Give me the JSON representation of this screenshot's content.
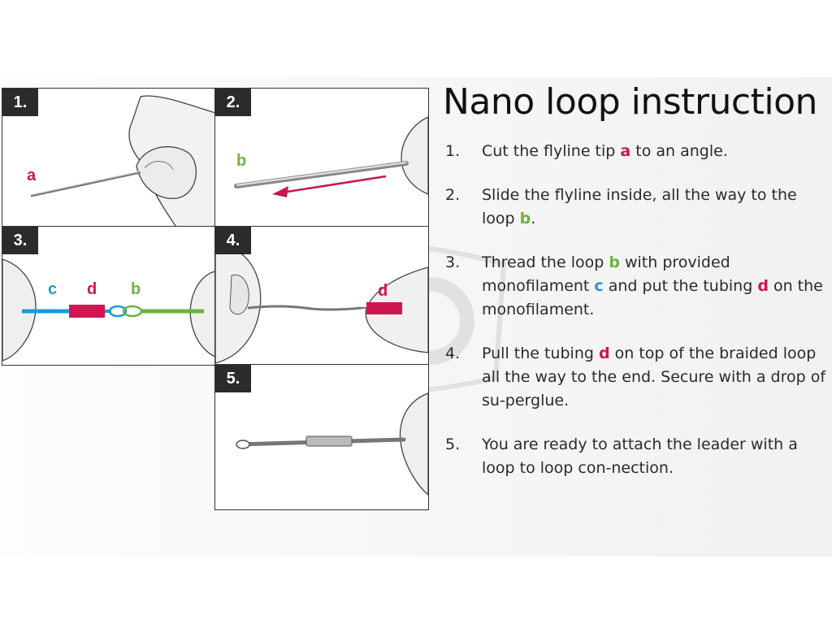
{
  "colors": {
    "a": "#c8174e",
    "b": "#6db33f",
    "c": "#1e9ad6",
    "d": "#d01650"
  },
  "title": "Nano loop instruction",
  "panels": [
    {
      "number": "1.",
      "labels": [
        "a"
      ]
    },
    {
      "number": "2.",
      "labels": [
        "b"
      ]
    },
    {
      "number": "3.",
      "labels": [
        "c",
        "d",
        "b"
      ]
    },
    {
      "number": "4.",
      "labels": [
        "d"
      ]
    },
    {
      "number": "5.",
      "labels": []
    }
  ],
  "steps": [
    {
      "number": "1.",
      "parts": [
        {
          "text": "Cut the flyline tip "
        },
        {
          "text": "a",
          "color": "a"
        },
        {
          "text": " to an angle."
        }
      ]
    },
    {
      "number": "2.",
      "parts": [
        {
          "text": "Slide the flyline inside, all the way to the loop "
        },
        {
          "text": "b",
          "color": "b"
        },
        {
          "text": "."
        }
      ]
    },
    {
      "number": "3.",
      "parts": [
        {
          "text": "Thread the loop "
        },
        {
          "text": "b",
          "color": "b"
        },
        {
          "text": " with provided monofilament "
        },
        {
          "text": "c",
          "color": "c"
        },
        {
          "text": " and put the tubing "
        },
        {
          "text": "d",
          "color": "d"
        },
        {
          "text": " on the monofilament."
        }
      ]
    },
    {
      "number": "4.",
      "parts": [
        {
          "text": "Pull the tubing "
        },
        {
          "text": "d",
          "color": "d"
        },
        {
          "text": " on top of the braided loop all the way to the end. Secure with a drop of su-perglue."
        }
      ]
    },
    {
      "number": "5.",
      "parts": [
        {
          "text": "You are ready to attach the leader with a loop to loop con-nection."
        }
      ]
    }
  ]
}
